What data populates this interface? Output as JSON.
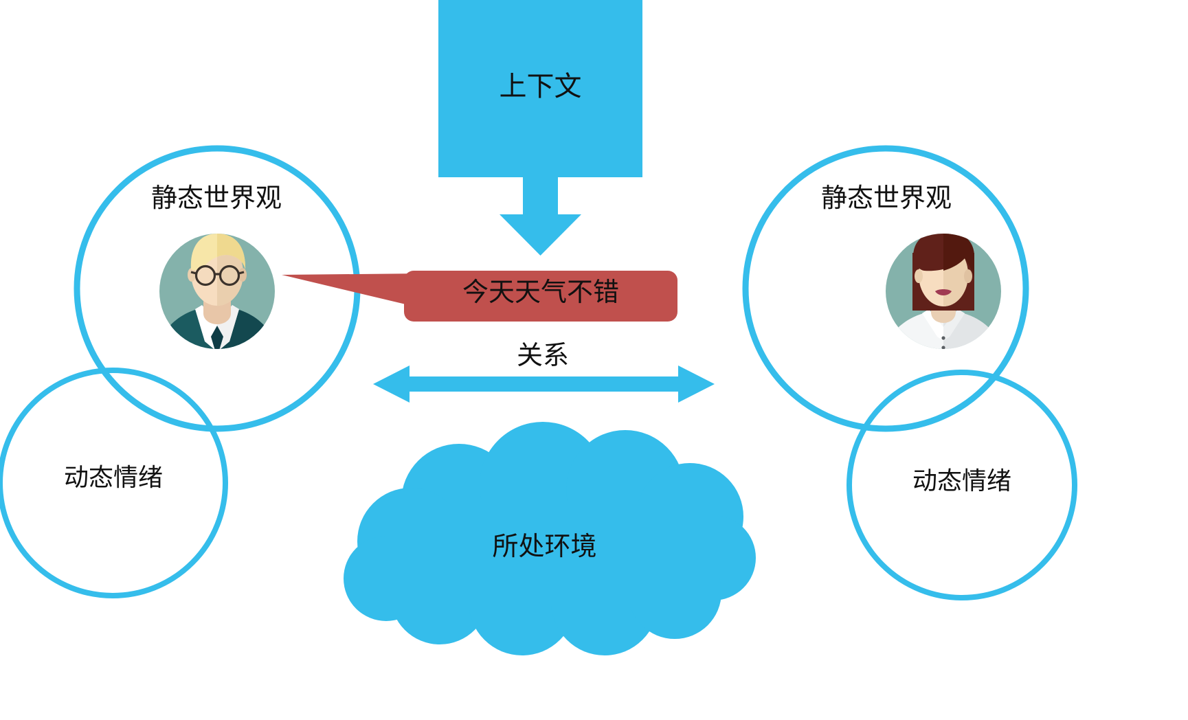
{
  "diagram": {
    "title_block": {
      "label": "上下文",
      "shape": "rectangle",
      "fill": "#35bdeb"
    },
    "speech_bubble": {
      "label": "今天天气不错",
      "shape": "rounded-rectangle-with-tail",
      "fill": "#c0504d",
      "speaker": "left-person"
    },
    "relation": {
      "label": "关系",
      "arrow": "double-headed-horizontal",
      "color": "#35bdeb"
    },
    "environment": {
      "label": "所处环境",
      "shape": "cloud",
      "fill": "#35bdeb"
    },
    "left_person": {
      "static_circle_label": "静态世界观",
      "dynamic_circle_label": "动态情绪",
      "avatar": "man-with-glasses-avatar",
      "avatar_bg": "#84b2ab",
      "hair": "#f7e6a8",
      "clothing": "#13484f"
    },
    "right_person": {
      "static_circle_label": "静态世界观",
      "dynamic_circle_label": "动态情绪",
      "avatar": "woman-avatar",
      "avatar_bg": "#84b2ab",
      "hair": "#60211a",
      "clothing": "#eceff1"
    },
    "colors": {
      "accent_blue": "#35bdeb",
      "circle_stroke": "#35bdeb",
      "bubble_red": "#c0504d",
      "text": "#111111",
      "background": "#ffffff"
    }
  }
}
